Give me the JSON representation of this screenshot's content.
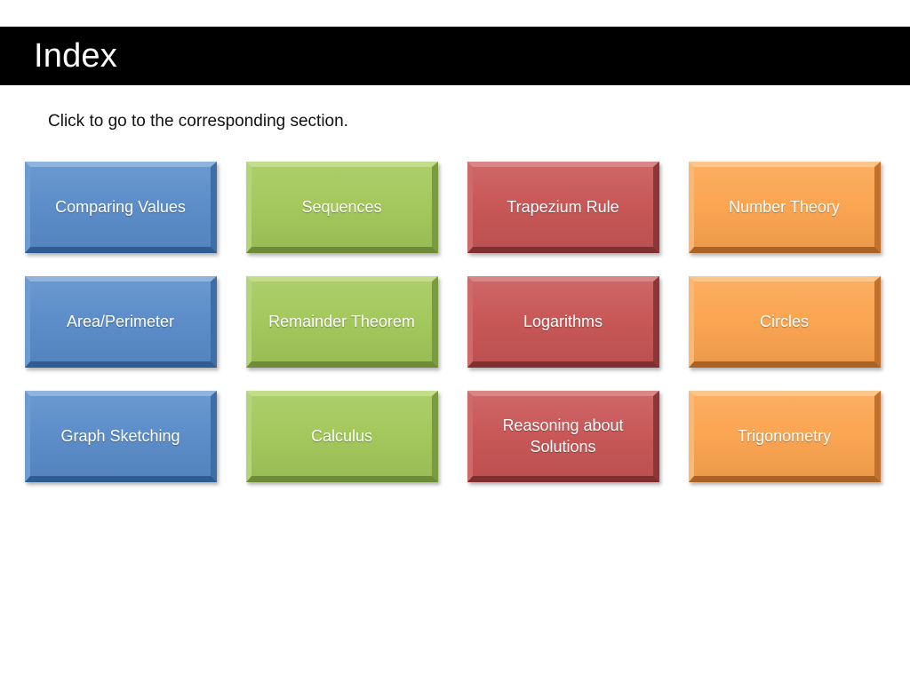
{
  "slide": {
    "title": "Index",
    "subtitle": "Click to go to the corresponding section.",
    "background_color": "#ffffff",
    "title_bar_color": "#000000",
    "title_text_color": "#ffffff"
  },
  "palette": {
    "blue": "#5A8CC9",
    "green": "#A3C85A",
    "red": "#C85555",
    "orange": "#FBA44F"
  },
  "grid": {
    "columns": 4,
    "rows": 3,
    "buttons": [
      {
        "label": "Comparing Values",
        "color_name": "blue",
        "color": "#5A8CC9",
        "row": 1,
        "col": 1
      },
      {
        "label": "Sequences",
        "color_name": "green",
        "color": "#A3C85A",
        "row": 1,
        "col": 2
      },
      {
        "label": "Trapezium Rule",
        "color_name": "red",
        "color": "#C85555",
        "row": 1,
        "col": 3
      },
      {
        "label": "Number Theory",
        "color_name": "orange",
        "color": "#FBA44F",
        "row": 1,
        "col": 4
      },
      {
        "label": "Area/Perimeter",
        "color_name": "blue",
        "color": "#5A8CC9",
        "row": 2,
        "col": 1
      },
      {
        "label": "Remainder Theorem",
        "color_name": "green",
        "color": "#A3C85A",
        "row": 2,
        "col": 2
      },
      {
        "label": "Logarithms",
        "color_name": "red",
        "color": "#C85555",
        "row": 2,
        "col": 3
      },
      {
        "label": "Circles",
        "color_name": "orange",
        "color": "#FBA44F",
        "row": 2,
        "col": 4
      },
      {
        "label": "Graph Sketching",
        "color_name": "blue",
        "color": "#5A8CC9",
        "row": 3,
        "col": 1
      },
      {
        "label": "Calculus",
        "color_name": "green",
        "color": "#A3C85A",
        "row": 3,
        "col": 2
      },
      {
        "label": "Reasoning about Solutions",
        "color_name": "red",
        "color": "#C85555",
        "row": 3,
        "col": 3
      },
      {
        "label": "Trigonometry",
        "color_name": "orange",
        "color": "#FBA44F",
        "row": 3,
        "col": 4
      }
    ]
  }
}
